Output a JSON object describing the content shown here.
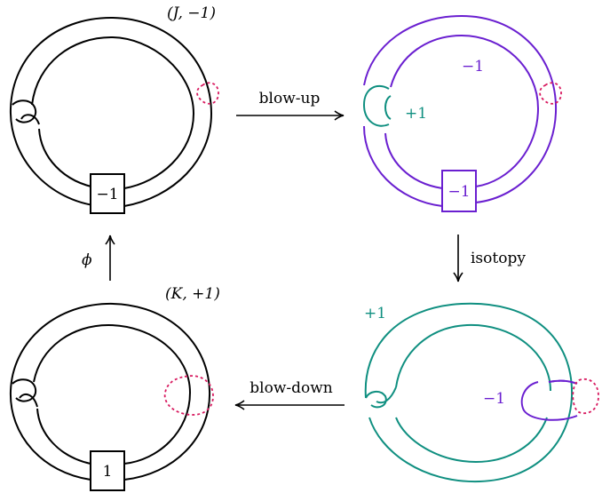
{
  "colors": {
    "knot": "#000000",
    "purple": "#6a1fd0",
    "teal": "#0f8f80",
    "magenta": "#d81b60"
  },
  "panels": {
    "top_left": {
      "label": "(J, −1)",
      "box": "−1"
    },
    "top_right": {
      "knot_framing": "−1",
      "unknot_framing": "+1",
      "box": "−1"
    },
    "bottom_right": {
      "knot_framing": "+1",
      "unknot_framing": "−1"
    },
    "bottom_left": {
      "label": "(K, +1)",
      "box": "1"
    }
  },
  "arrows": {
    "top": "blow-up",
    "right": "isotopy",
    "bottom": "blow-down",
    "left": "ϕ"
  }
}
